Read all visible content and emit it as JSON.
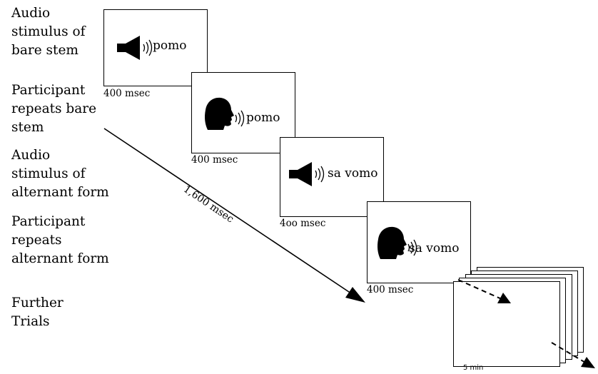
{
  "labels": [
    {
      "lines": [
        "Audio",
        "stimulus of",
        "bare stem"
      ]
    },
    {
      "lines": [
        "Participant",
        "repeats bare",
        "stem"
      ]
    },
    {
      "lines": [
        "Audio",
        "stimulus of",
        "alternant form"
      ]
    },
    {
      "lines": [
        "Participant",
        "repeats",
        "alternant form"
      ]
    },
    {
      "lines": [
        "Further",
        "Trials"
      ]
    }
  ],
  "frames": [
    {
      "icon": "speaker-icon",
      "word": "pomo",
      "duration": "400 msec"
    },
    {
      "icon": "speaking-head-icon",
      "word": "pomo",
      "duration": "400 msec"
    },
    {
      "icon": "speaker-icon",
      "word": "sa vomo",
      "duration": "4oo msec"
    },
    {
      "icon": "speaking-head-icon",
      "word": "sa vomo",
      "duration": "400 msec"
    }
  ],
  "timeline_label": "1,600 msec",
  "further_label": "5 min"
}
